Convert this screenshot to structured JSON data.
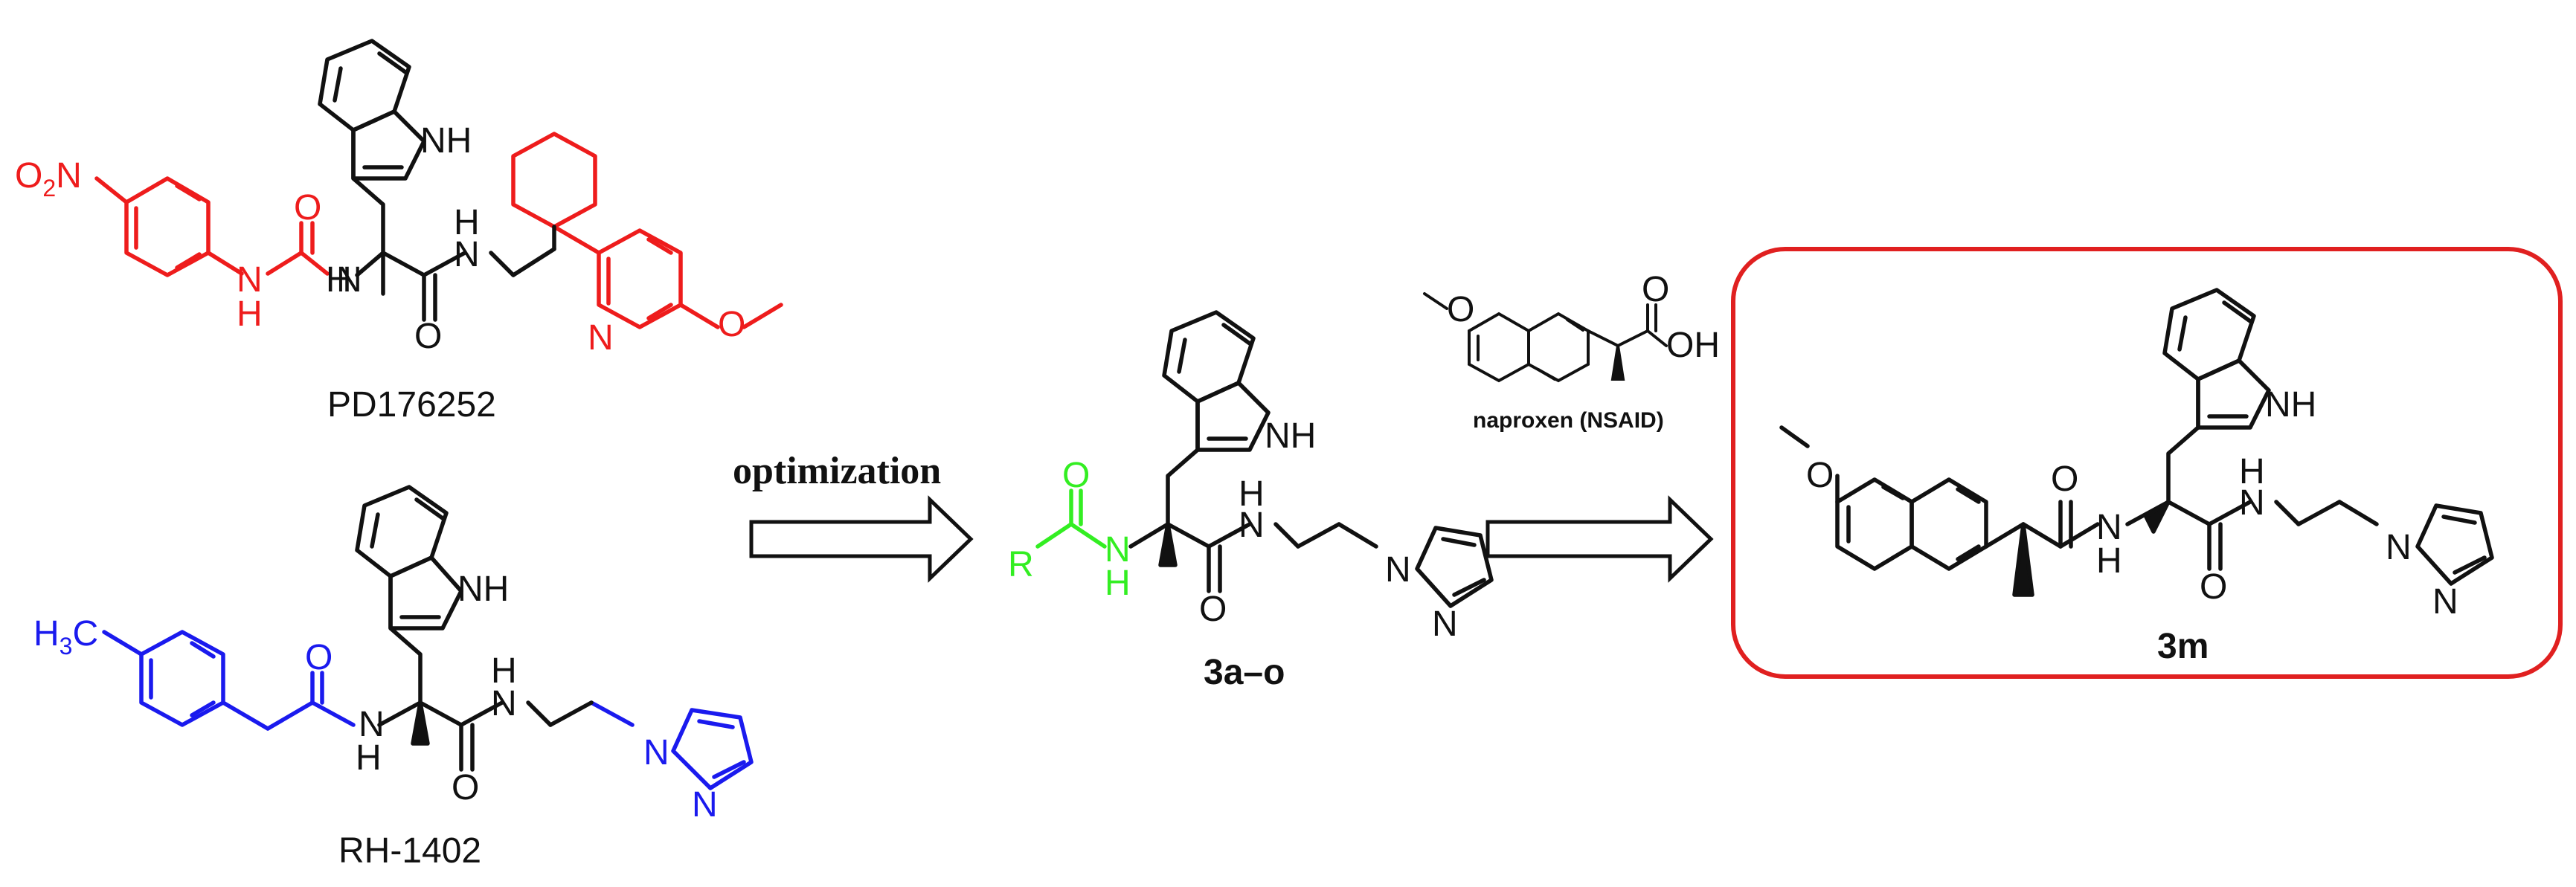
{
  "colors": {
    "black": "#111111",
    "red": "#ee1c1c",
    "blue": "#1a1aee",
    "green": "#33ee22",
    "highlight_border": "#e02020"
  },
  "labels": {
    "pd": "PD176252",
    "rh": "RH-1402",
    "series": "3a–o",
    "naproxen": "naproxen (NSAID)",
    "final": "3m",
    "optimization": "optimization"
  },
  "atoms": {
    "NH": "NH",
    "N": "N",
    "O": "O",
    "H": "H",
    "R": "R",
    "OH": "OH",
    "O2N_main": "O",
    "O2N_sub": "2",
    "O2N_tail": "N",
    "H3C_main": "H",
    "H3C_sub": "3",
    "H3C_tail": "C"
  },
  "icons": {
    "arrow1": "hollow-right-arrow",
    "arrow2": "hollow-right-arrow"
  }
}
